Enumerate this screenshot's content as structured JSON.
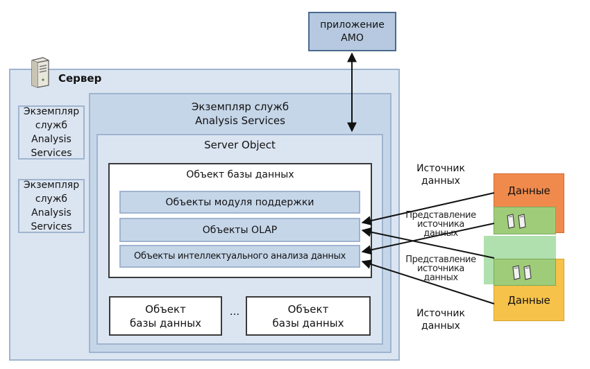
{
  "amo": {
    "label": "приложение\nAMO"
  },
  "server": {
    "label": "Сервер"
  },
  "instances": {
    "left1": "Экземпляр\nслужб\nAnalysis\nServices",
    "left2": "Экземпляр\nслужб\nAnalysis\nServices",
    "main": "Экземпляр служб\nAnalysis Services"
  },
  "server_object": {
    "label": "Server Object"
  },
  "database_main": {
    "title": "Объект базы данных",
    "rows": {
      "support": "Объекты модуля поддержки",
      "olap": "Объекты OLAP",
      "mining": "Объекты интеллектуального анализа данных"
    }
  },
  "database_small": {
    "left": "Объект\nбазы данных",
    "right": "Объект\nбазы данных",
    "ellipsis": "..."
  },
  "sources": {
    "top_label": "Источник\nданных",
    "bottom_label": "Источник\nданных",
    "data_top": "Данные",
    "data_bottom": "Данные",
    "dsv_top": "Представление\nисточника\nданных",
    "dsv_bottom": "Представление\nисточника\nданных"
  },
  "colors": {
    "amo_fill": "#b6c9e0",
    "server_fill": "#dbe5f1",
    "instance_fill": "#c6d6e9",
    "data_top_fill": "#f08a4c",
    "data_bottom_fill": "#f6c24a",
    "dsv_fill": "#9fcc78"
  },
  "icons": {
    "server": "server-tower-icon",
    "dsv": "document-pair-icon",
    "arrows": "arrow-icon"
  }
}
